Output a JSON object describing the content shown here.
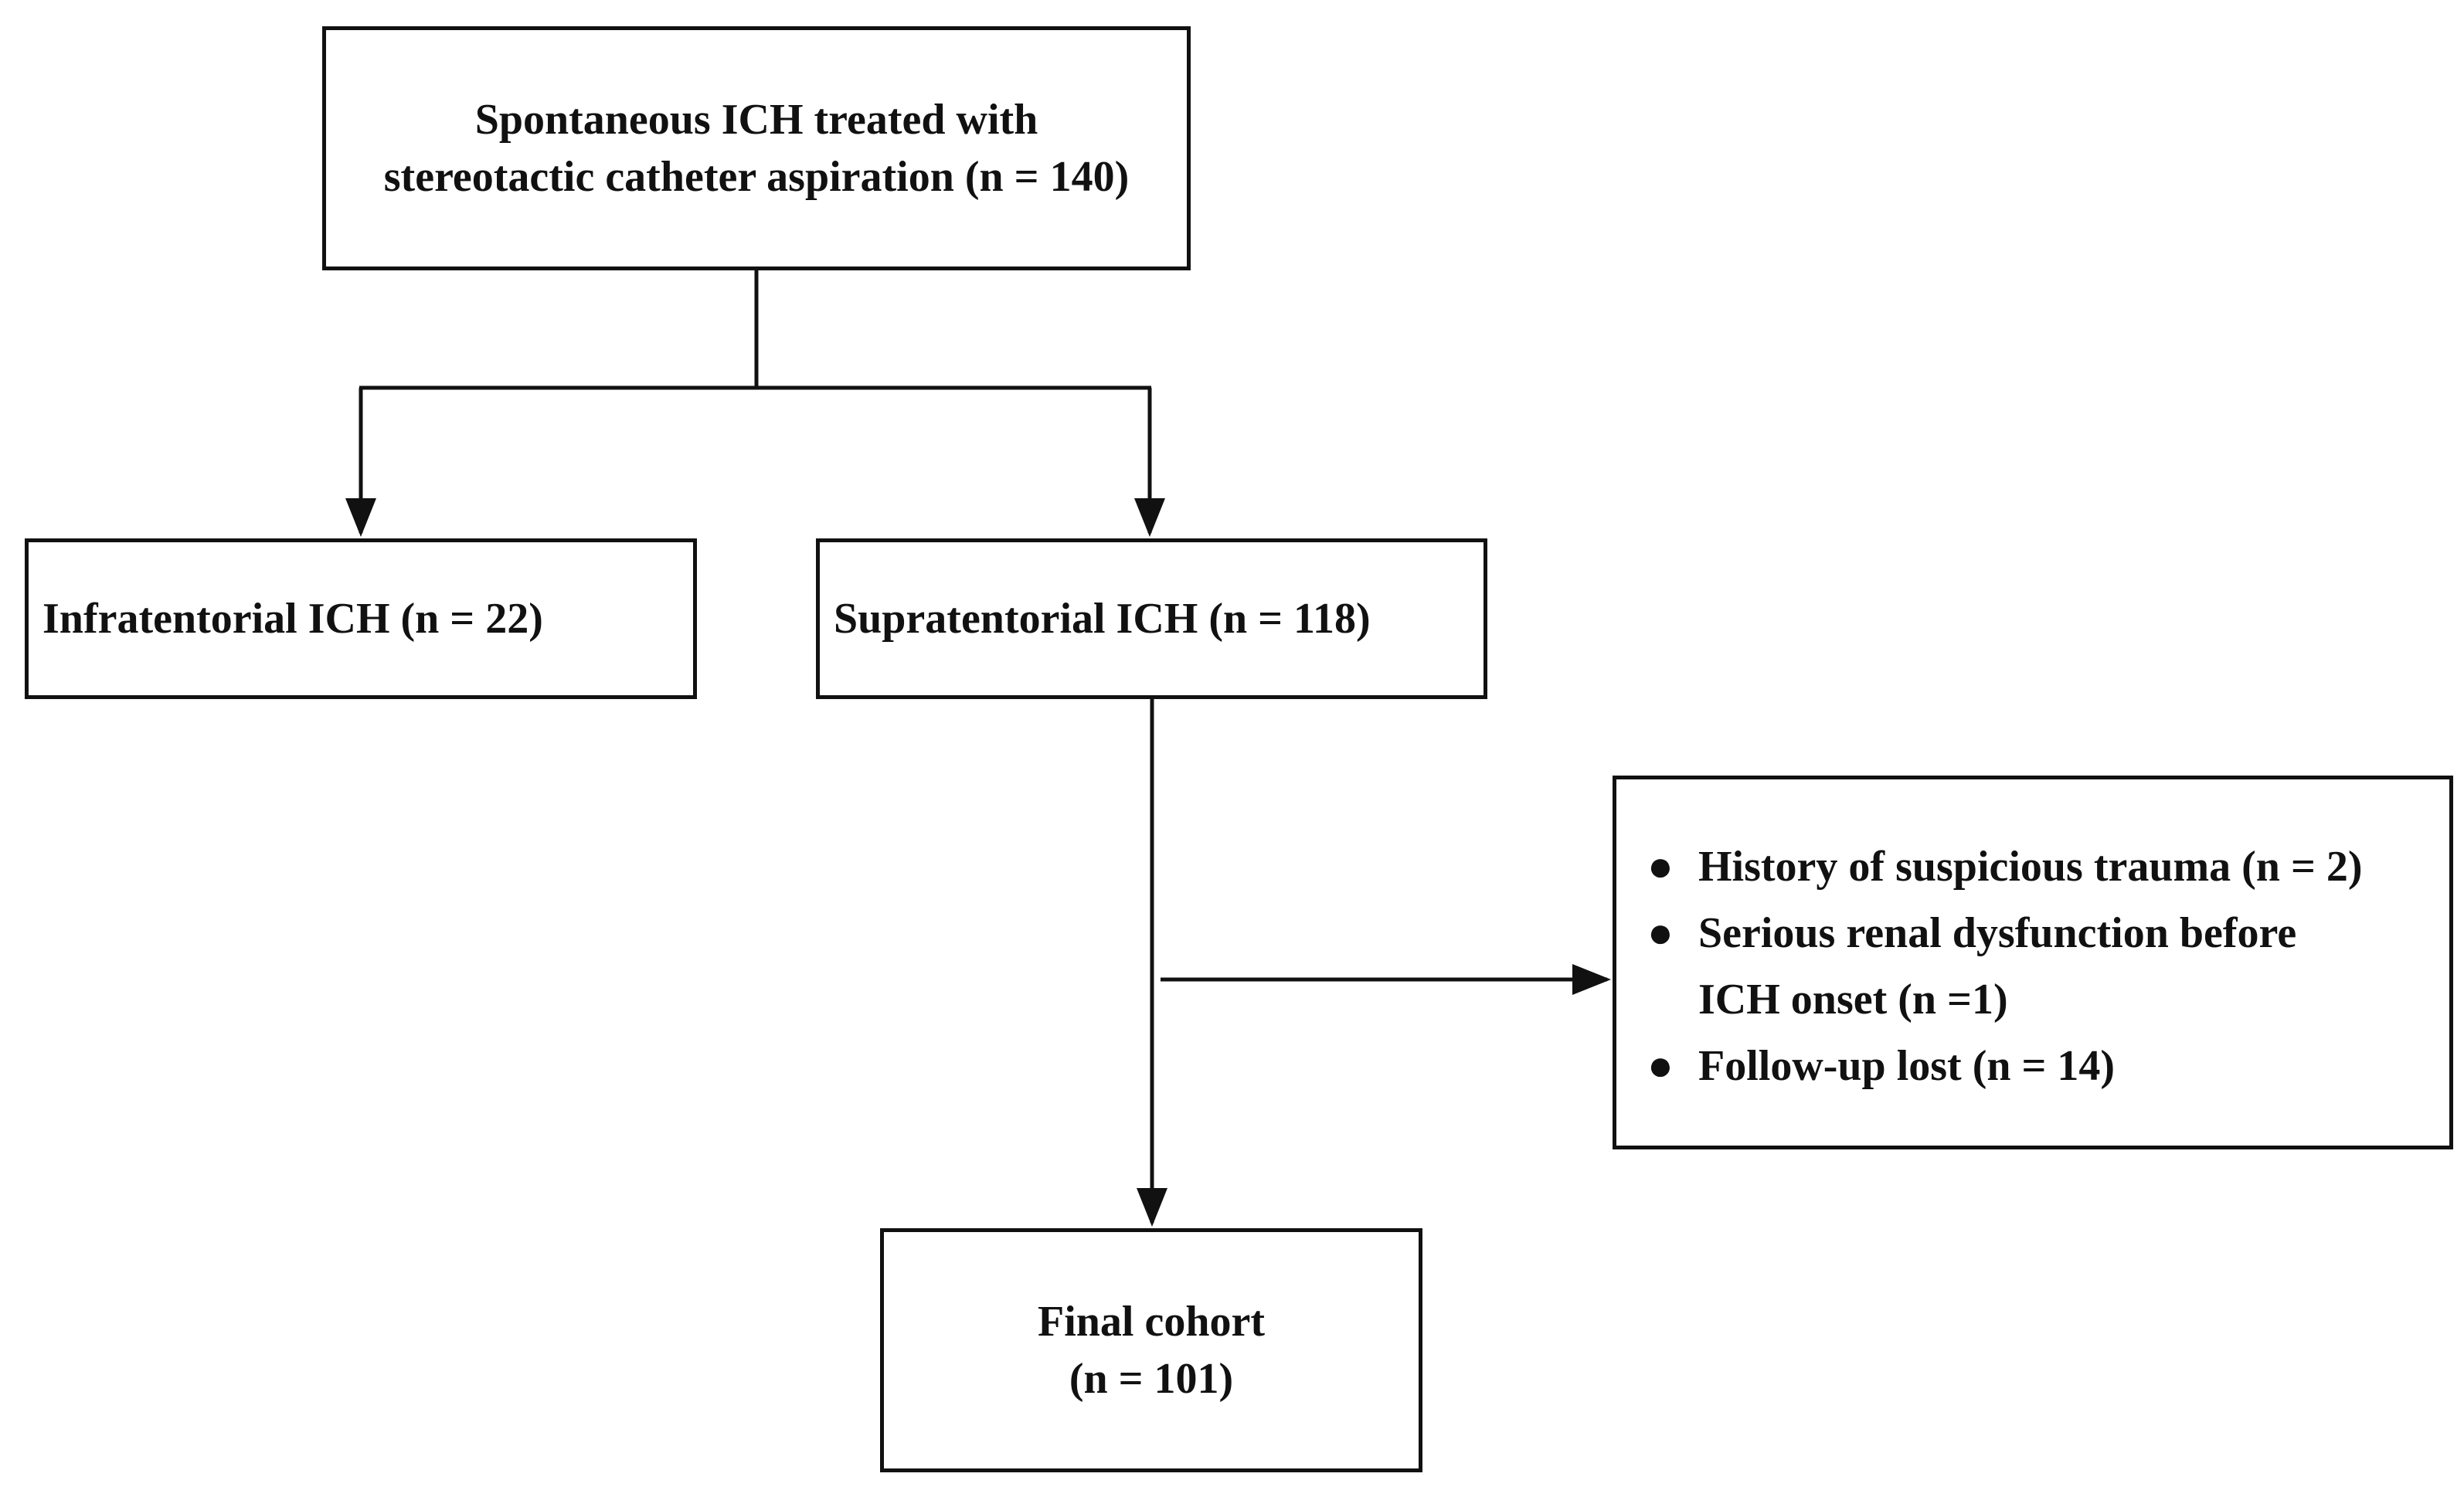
{
  "flowchart": {
    "top_box": {
      "line1": "Spontaneous ICH treated with",
      "line2": "stereotactic catheter aspiration (n = 140)"
    },
    "infratentorial_box": {
      "label": "Infratentorial ICH (n = 22)"
    },
    "supratentorial_box": {
      "label": "Supratentorial ICH (n = 118)"
    },
    "exclusion_box": {
      "items": [
        {
          "lines": [
            "History of  suspicious trauma (n = 2)"
          ]
        },
        {
          "lines": [
            "Serious renal dysfunction before",
            "ICH onset (n =1)"
          ]
        },
        {
          "lines": [
            "Follow-up lost (n = 14)"
          ]
        }
      ]
    },
    "final_box": {
      "line1": "Final cohort",
      "line2": "(n = 101)"
    }
  }
}
